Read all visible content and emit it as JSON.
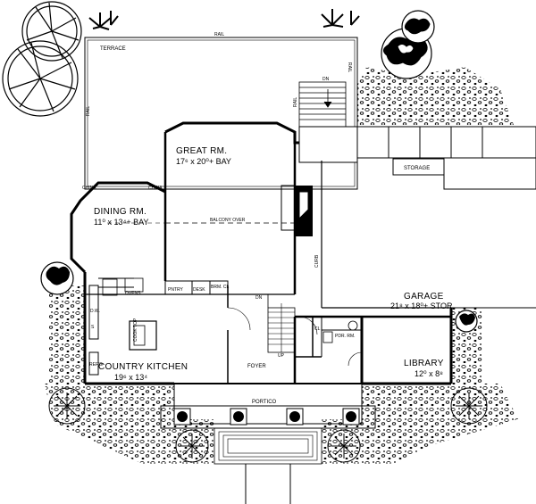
{
  "labels": {
    "terrace": "TERRACE",
    "rail": "RAIL",
    "dn": "DN",
    "great_rm": "GREAT RM.",
    "great_rm_dim": "17⁶ x 20⁰+ BAY",
    "dining_rm": "DINING RM.",
    "dining_rm_dim": "11⁰ x 13⁴+ BAY",
    "china": "CHINA",
    "balcony_over": "BALCONY OVER",
    "storage": "STORAGE",
    "curb": "CURB",
    "garage": "GARAGE",
    "garage_dim": "21⁸ x 18⁰+ STOR.",
    "country_kitchen": "COUNTRY KITCHEN",
    "country_kitchen_dim": "19⁶ x 13⁴",
    "foyer": "FOYER",
    "library": "LIBRARY",
    "library_dim": "12⁰ x 8⁸",
    "portico": "PORTICO",
    "pdr_rm": "PDR. RM.",
    "cl": "CL",
    "brm_cl": "BRM. CL",
    "desk": "DESK",
    "pntry": "PNTRY",
    "ovens": "OVENS",
    "cook_top": "COOK TOP",
    "dw": "D.W.",
    "s": "S",
    "refg": "REF'G",
    "up": "UP",
    "dn2": "DN"
  },
  "colors": {
    "line": "#000000",
    "background": "#ffffff"
  },
  "icons": [
    "tree-icon",
    "shrub-icon",
    "column-icon",
    "stairs-icon"
  ]
}
